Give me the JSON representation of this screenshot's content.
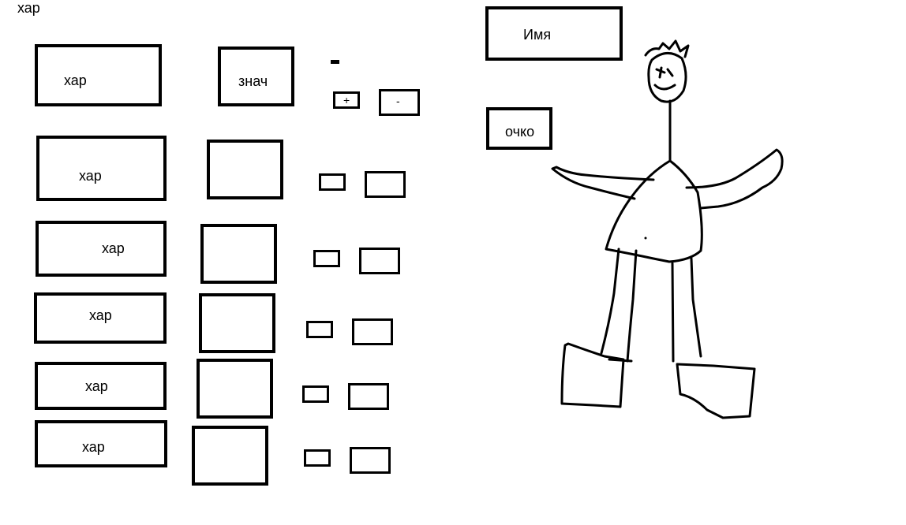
{
  "header": {
    "title": "хар"
  },
  "stats": {
    "rows": [
      {
        "label": "хар",
        "value": "знач"
      },
      {
        "label": "хар",
        "value": ""
      },
      {
        "label": "хар",
        "value": ""
      },
      {
        "label": "хар",
        "value": ""
      },
      {
        "label": "хар",
        "value": ""
      },
      {
        "label": "хар",
        "value": ""
      }
    ]
  },
  "controls": {
    "plus": "+",
    "minus": "-",
    "dash": "-"
  },
  "character": {
    "name_label": "Имя",
    "points_label": "очко"
  }
}
